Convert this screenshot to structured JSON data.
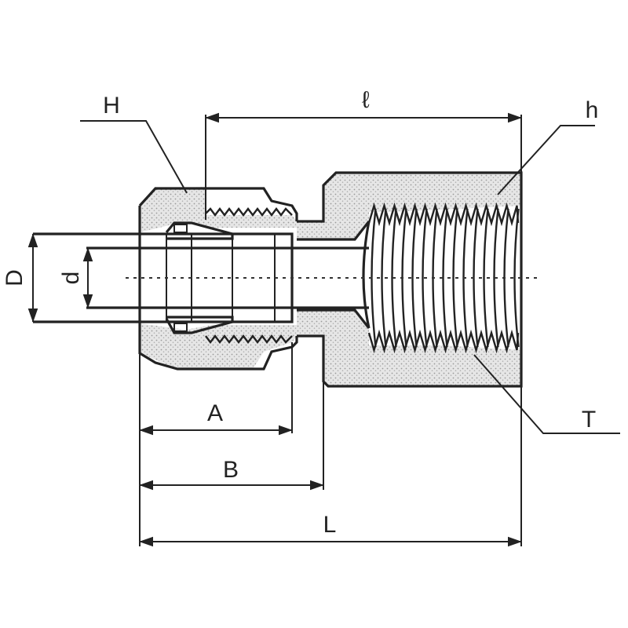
{
  "labels": {
    "H": "H",
    "l": "ℓ",
    "h": "h",
    "D": "D",
    "d": "d",
    "A": "A",
    "B": "B",
    "L": "L",
    "T": "T"
  },
  "colors": {
    "line": "#222222",
    "body_fill": "#e2e2e2",
    "background": "#ffffff"
  }
}
